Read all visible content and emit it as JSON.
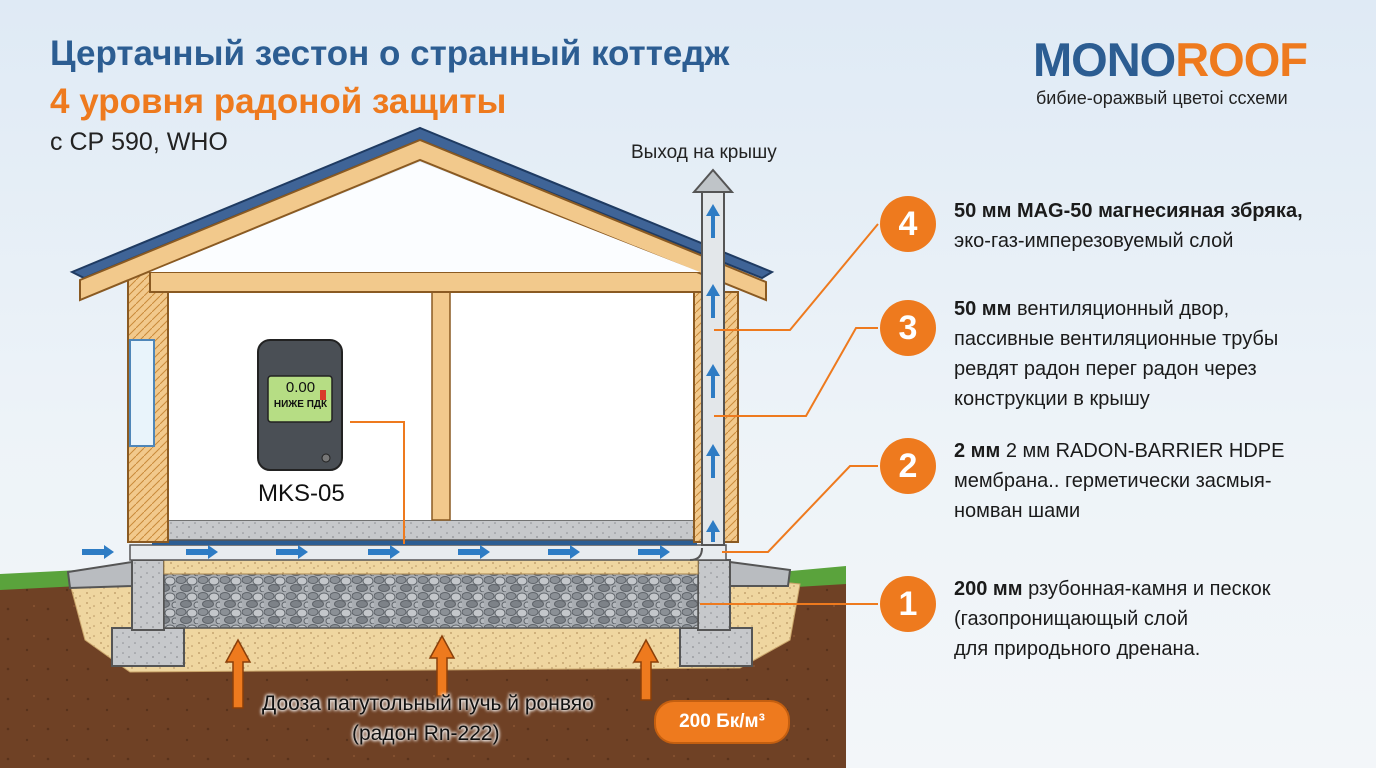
{
  "header": {
    "title_line1": "Цертачный зестон о странный коттедж",
    "title_line2": "4 уровня радоной защиты",
    "subtitle": "с СР 590, WHO"
  },
  "brand": {
    "logo_part1": "MONO",
    "logo_part2": "ROOF",
    "tagline": "бибие-оражвый цветоі ссхеми"
  },
  "diagram": {
    "roof_exit_label": "Выход на крышу",
    "device": {
      "reading": "0.00",
      "status": "НИЖЕ ПДК",
      "label": "MKS-05"
    },
    "soil_source_line1": "Дооза патутольный пучь й ронвяо",
    "soil_source_line2": "(радон Rn-222)",
    "concentration_badge": "200 Бк/м³"
  },
  "layers": [
    {
      "number": "4",
      "line1_bold": "50 мм MAG-50 магнесияная збряка,",
      "line1_rest": "",
      "line2": "эко-газ-имперезовуемый слой",
      "line3": ""
    },
    {
      "number": "3",
      "line1_bold": "50 мм",
      "line1_rest": " вентиляционный двор,",
      "line2": "пассивные вентиляционные трубы",
      "line3": "ревдят радон перег радон через",
      "line4": "конструкции в крышу"
    },
    {
      "number": "2",
      "line1_bold": "2 мм",
      "line1_rest": " 2 мм RADON-BARRIER HDPE",
      "line2": "мембрана.. герметически засмыя-",
      "line3": "номван шами"
    },
    {
      "number": "1",
      "line1_bold": "200 мм",
      "line1_rest": " рзубонная-камня и пескок",
      "line2": "(газопронищающый слой",
      "line3": "для природьного дренана."
    }
  ],
  "colors": {
    "brand_blue": "#2c5d92",
    "brand_orange": "#ee7a1e",
    "wood": "#f0c98a",
    "soil": "#6b3d22",
    "sand": "#efd6a0",
    "gravel": "#9aa0a6",
    "grass": "#5aa33c",
    "roof": "#3f6497"
  }
}
